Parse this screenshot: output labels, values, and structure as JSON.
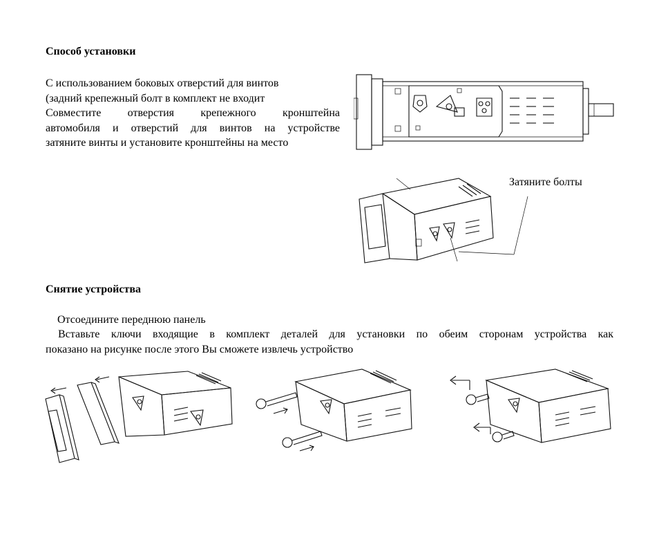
{
  "installation": {
    "heading": "Способ установки",
    "lines": [
      "С использованием боковых отверстий для винтов",
      "(задний крепежный болт в комплект не входит",
      "Совместите отверстия крепежного кронштейна",
      "автомобиля и отверстий для винтов на устройстве",
      "затяните винты и установите кронштейны на место"
    ],
    "callout": "Затяните болты"
  },
  "removal": {
    "heading": "Снятие устройства",
    "step1": "Отсоедините переднюю панель",
    "step2_line1": "Вставьте ключи  входящие в комплект деталей для установки по обеим сторонам устройства  как",
    "step2_line2": "показано на рисунке   после этого Вы сможете извлечь устройство"
  }
}
